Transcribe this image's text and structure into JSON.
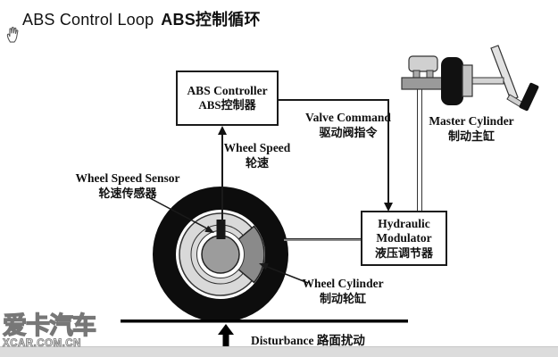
{
  "title": {
    "en": "ABS Control Loop",
    "zh": "ABS控制循环"
  },
  "diagram": {
    "abs_controller": {
      "en": "ABS Controller",
      "zh": "ABS控制器"
    },
    "hydraulic_modulator": {
      "en_line1": "Hydraulic",
      "en_line2": "Modulator",
      "zh": "液压调节器"
    },
    "labels": {
      "valve_command": {
        "en": "Valve Command",
        "zh": "驱动阀指令"
      },
      "master_cylinder": {
        "en": "Master Cylinder",
        "zh": "制动主缸"
      },
      "wheel_speed": {
        "en": "Wheel Speed",
        "zh": "轮速"
      },
      "wheel_speed_sensor": {
        "en": "Wheel Speed Sensor",
        "zh": "轮速传感器"
      },
      "wheel_cylinder": {
        "en": "Wheel Cylinder",
        "zh": "制动轮缸"
      },
      "disturbance": {
        "en": "Disturbance",
        "zh": "路面扰动"
      }
    }
  },
  "watermark": {
    "name": "爱卡汽车",
    "site": "XCAR.COM.CN"
  },
  "icons": {
    "hand_cursor": "hand-tool-cursor"
  },
  "colors": {
    "line": "#1a1a1a",
    "box_border": "#1a1a1a",
    "tire": "#0d0d0d",
    "wheel_disc": "#d9d9d9",
    "wheel_hub": "#9c9c9c",
    "caliper": "#8a8a8a",
    "hydraulic_pipe": "#8a8a8a",
    "bottom_bar": "#dcdcdc"
  }
}
